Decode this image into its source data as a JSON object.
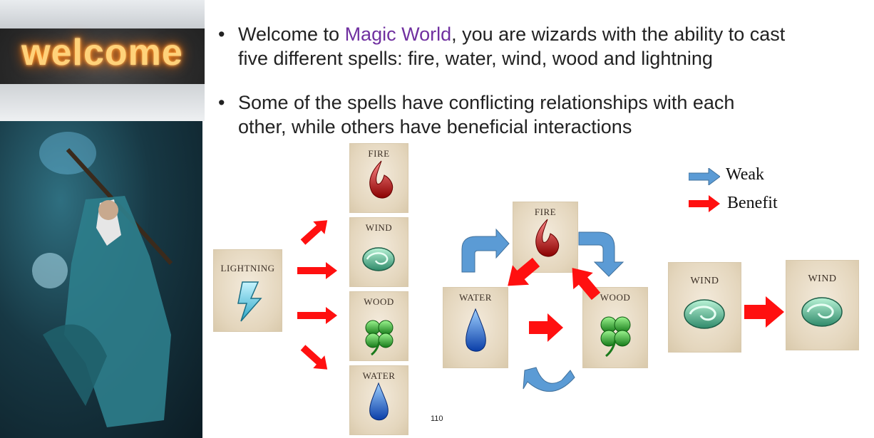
{
  "banner": {
    "text": "welcome"
  },
  "bullets": [
    {
      "prefix": "Welcome to ",
      "highlight": "Magic World",
      "suffix": ", you are wizards with the ability to cast",
      "line2": "five different spells: fire, water, wind, wood and lightning"
    },
    {
      "line1": "Some of the spells have conflicting relationships with each",
      "line2": "other, while others have beneficial interactions"
    }
  ],
  "cards": {
    "lightning": "LIGHTNING",
    "fire": "FIRE",
    "wind": "WIND",
    "wood": "WOOD",
    "water": "WATER"
  },
  "legend": {
    "weak": "Weak",
    "benefit": "Benefit"
  },
  "colors": {
    "accent": "#7030a0",
    "benefit_arrow": "#ff1010",
    "weak_arrow": "#5b9bd5"
  },
  "page_number": "110"
}
